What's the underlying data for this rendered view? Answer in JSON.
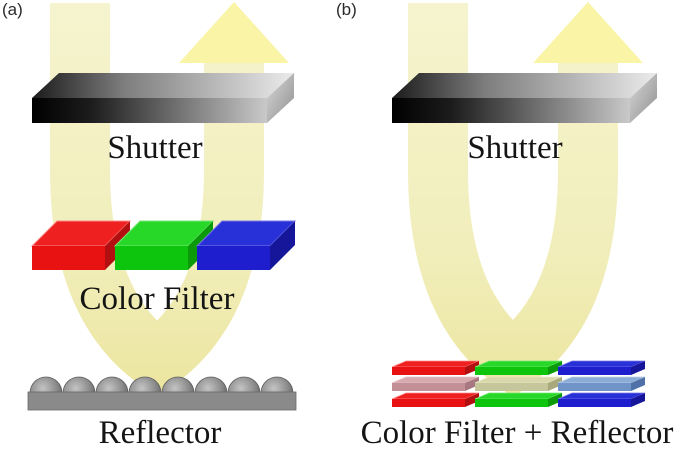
{
  "figure": {
    "panel_a": {
      "tag": "(a)",
      "shutter_label": "Shutter",
      "color_filter_label": "Color Filter",
      "reflector_label": "Reflector"
    },
    "panel_b": {
      "tag": "(b)",
      "shutter_label": "Shutter",
      "combined_label": "Color Filter + Reflector"
    }
  },
  "colors": {
    "beam": "#f3f0c3",
    "arrow": "#f9f4a6",
    "red_top": "#ee2020",
    "red_front": "#e81212",
    "red_side": "#b21010",
    "green_top": "#28d828",
    "green_front": "#0cc50c",
    "green_side": "#0a9a0a",
    "blue_top": "#2830d8",
    "blue_front": "#1e1ecf",
    "blue_side": "#16169a",
    "red_muted_top": "#d8aab0",
    "red_muted_front": "#c49098",
    "red_muted_side": "#a87880",
    "green_muted_top": "#d8d8ac",
    "green_muted_front": "#c6c69c",
    "green_muted_side": "#a8a87c",
    "blue_muted_top": "#8cacd8",
    "blue_muted_front": "#7094c8",
    "blue_muted_side": "#5070a8",
    "reflector_gray": "#8a8a8a",
    "text": "#141414"
  }
}
